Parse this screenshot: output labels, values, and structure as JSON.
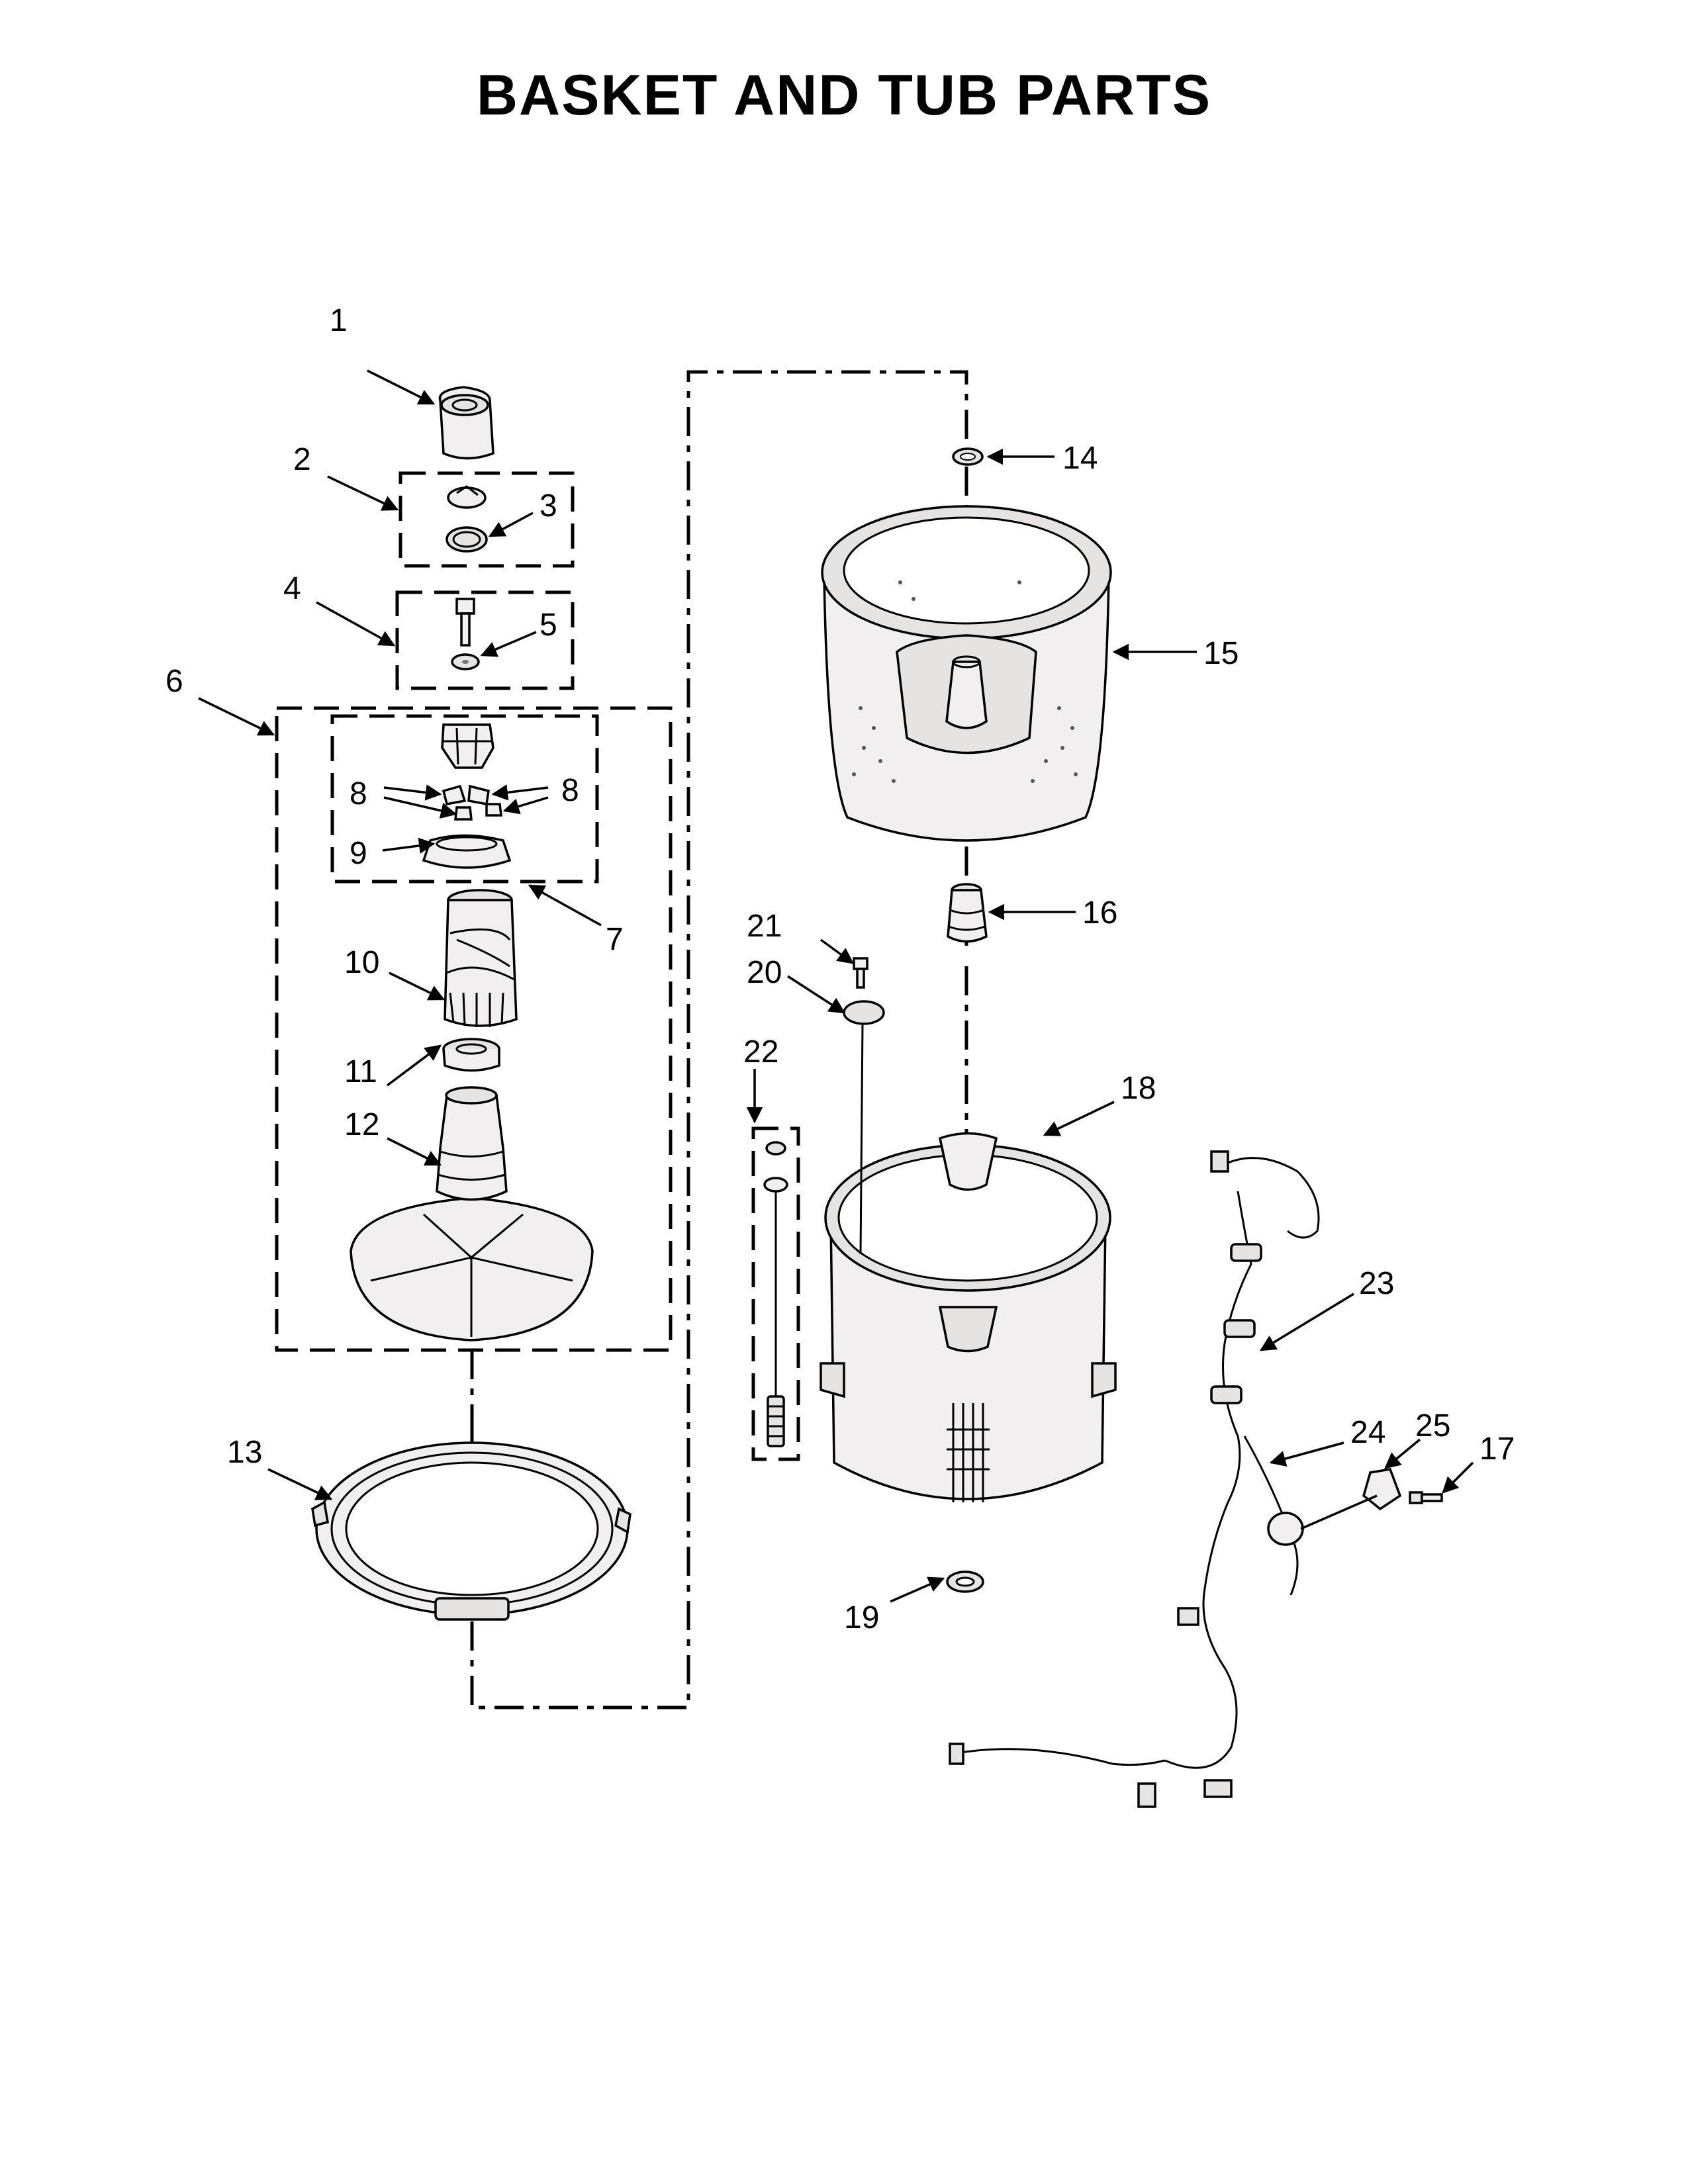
{
  "title": "BASKET AND TUB PARTS",
  "callouts": [
    {
      "id": "c1",
      "text": "1"
    },
    {
      "id": "c2",
      "text": "2"
    },
    {
      "id": "c3",
      "text": "3"
    },
    {
      "id": "c4",
      "text": "4"
    },
    {
      "id": "c5",
      "text": "5"
    },
    {
      "id": "c6",
      "text": "6"
    },
    {
      "id": "c7",
      "text": "7"
    },
    {
      "id": "c8a",
      "text": "8"
    },
    {
      "id": "c8b",
      "text": "8"
    },
    {
      "id": "c9",
      "text": "9"
    },
    {
      "id": "c10",
      "text": "10"
    },
    {
      "id": "c11",
      "text": "11"
    },
    {
      "id": "c12",
      "text": "12"
    },
    {
      "id": "c13",
      "text": "13"
    },
    {
      "id": "c14",
      "text": "14"
    },
    {
      "id": "c15",
      "text": "15"
    },
    {
      "id": "c16",
      "text": "16"
    },
    {
      "id": "c17",
      "text": "17"
    },
    {
      "id": "c18",
      "text": "18"
    },
    {
      "id": "c19",
      "text": "19"
    },
    {
      "id": "c20",
      "text": "20"
    },
    {
      "id": "c21",
      "text": "21"
    },
    {
      "id": "c22",
      "text": "22"
    },
    {
      "id": "c23",
      "text": "23"
    },
    {
      "id": "c24",
      "text": "24"
    },
    {
      "id": "c25",
      "text": "25"
    }
  ]
}
